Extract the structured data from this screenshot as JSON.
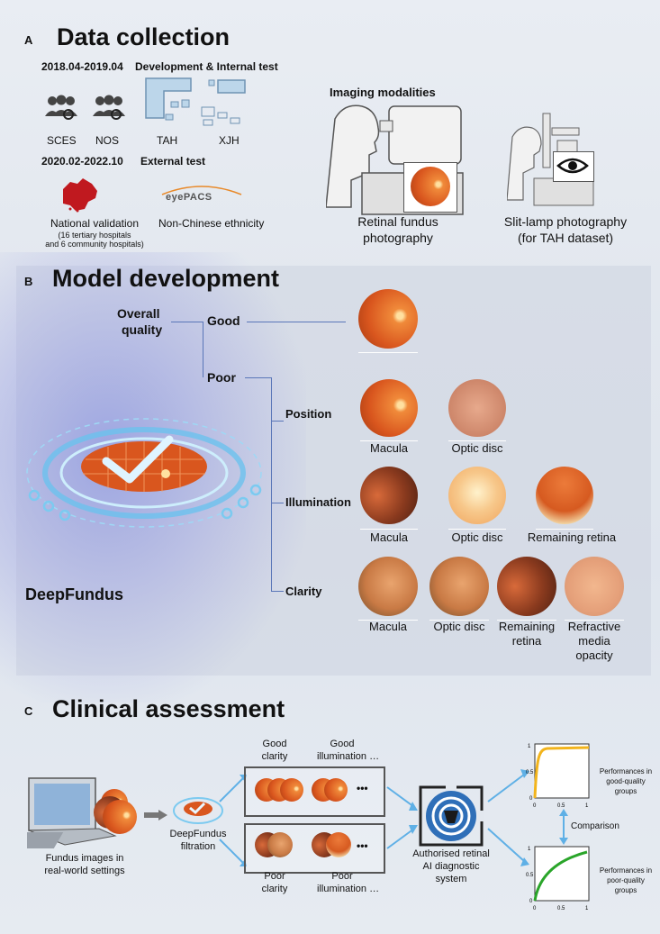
{
  "sectionA": {
    "letter": "A",
    "title": "Data collection",
    "dates1": "2018.04-2019.04",
    "dev_label": "Development & Internal test",
    "sites": [
      "SCES",
      "NOS",
      "TAH",
      "XJH"
    ],
    "dates2": "2020.02-2022.10",
    "ext_label": "External test",
    "national_title": "National validation",
    "national_detail1": "(16 tertiary hospitals",
    "national_detail2": "and 6 community hospitals)",
    "eyepacs_logo": "eyePACS",
    "non_chinese": "Non-Chinese ethnicity",
    "imaging_title": "Imaging modalities",
    "retinal_label1": "Retinal fundus",
    "retinal_label2": "photography",
    "slit_label1": "Slit-lamp photography",
    "slit_label2": "(for TAH dataset)"
  },
  "sectionB": {
    "letter": "B",
    "title": "Model development",
    "overall1": "Overall",
    "overall2": "quality",
    "good": "Good",
    "poor": "Poor",
    "position": "Position",
    "illumination": "Illumination",
    "clarity": "Clarity",
    "pos_items": [
      "Macula",
      "Optic disc"
    ],
    "illum_items": [
      "Macula",
      "Optic disc",
      "Remaining retina"
    ],
    "clarity_items": [
      "Macula",
      "Optic disc",
      "Remaining",
      "retina",
      "Refractive",
      "media",
      "opacity"
    ],
    "brand": "DeepFundus"
  },
  "sectionC": {
    "letter": "C",
    "title": "Clinical assessment",
    "fundus_label1": "Fundus images in",
    "fundus_label2": "real-world settings",
    "filter_label1": "DeepFundus",
    "filter_label2": "filtration",
    "good_clarity1": "Good",
    "good_clarity2": "clarity",
    "good_illum1": "Good",
    "good_illum2": "illumination …",
    "poor_clarity1": "Poor",
    "poor_clarity2": "clarity",
    "poor_illum1": "Poor",
    "poor_illum2": "illumination …",
    "dots": "•••",
    "ai_label1": "Authorised retinal",
    "ai_label2": "AI diagnostic",
    "ai_label3": "system",
    "perf_good1": "Performances in",
    "perf_good2": "good-quality",
    "perf_good3": "groups",
    "comparison": "Comparison",
    "perf_poor1": "Performances in",
    "perf_poor2": "poor-quality",
    "perf_poor3": "groups",
    "ticks_y": [
      "1",
      "0.5",
      "0"
    ],
    "ticks_x": [
      "0",
      "0.5",
      "1"
    ]
  },
  "colors": {
    "good_curve": "#f2b41c",
    "poor_curve": "#2aa52a",
    "arrow": "#5fb0e6"
  }
}
